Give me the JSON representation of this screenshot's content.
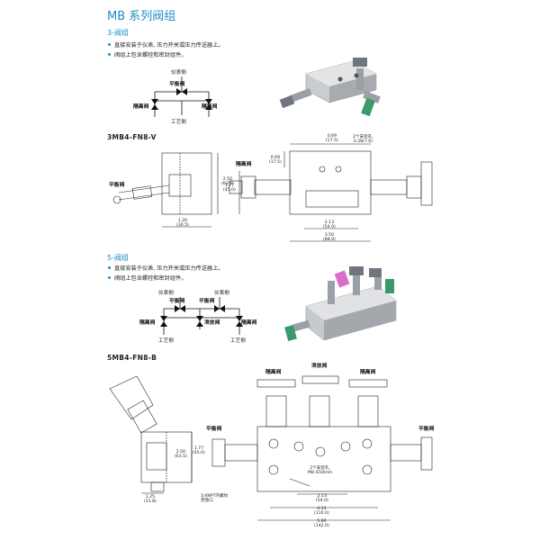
{
  "page_title": "MB 系列阀组",
  "section1": {
    "heading": "3-阀组",
    "bullets": [
      "直接安装于仪表, 压力开关或压力传送器上。",
      "阀组上包含螺栓和密封组件。"
    ],
    "schematic": {
      "instrument_side": "仪表侧",
      "balance_valve": "平衡阀",
      "isolation_left": "隔离阀",
      "isolation_right": "隔离阀",
      "process_side": "工艺侧"
    },
    "model": "3MB4-FN8-V",
    "drawing": {
      "balance_valve": "平衡阀",
      "isolation_valve": "隔离阀",
      "mounting_holes": "2个安装孔,",
      "hole_dia": "0.28(7.0)",
      "dims": [
        {
          "in": "2.50",
          "mm": "(63.5)"
        },
        {
          "in": "1.77",
          "mm": "(45.0)"
        },
        {
          "in": "1.20",
          "mm": "(30.5)"
        },
        {
          "in": "0.69",
          "mm": "(17.5)"
        },
        {
          "in": "0.69",
          "mm": "(17.5)"
        },
        {
          "in": "2.13",
          "mm": "(54.0)"
        },
        {
          "in": "3.50",
          "mm": "(88.9)"
        }
      ]
    }
  },
  "section2": {
    "heading": "5-阀组",
    "bullets": [
      "直接安装于仪表, 压力开关或压力传送器上。",
      "阀组上包含螺栓和密封组件。"
    ],
    "schematic": {
      "instrument_left": "仪表侧",
      "instrument_right": "仪表侧",
      "balance_left": "平衡阀",
      "balance_right": "平衡阀",
      "isolation_left": "隔离阀",
      "vent_valve": "泄放阀",
      "isolation_right": "隔离阀",
      "process_left": "工艺侧",
      "process_right": "工艺侧"
    },
    "model": "5MB4-FN8-B",
    "drawing": {
      "isolation_left": "隔离阀",
      "vent_valve": "泄放阀",
      "isolation_right": "隔离阀",
      "balance_left": "平衡阀",
      "balance_right": "平衡阀",
      "mounting_holes": "2个安装孔,",
      "hole_spec": "M8 ☒10mm",
      "vent_port_1": "1/4NPT内螺纹",
      "vent_port_2": "泄放口",
      "dims": [
        {
          "in": "2.50",
          "mm": "(63.5)"
        },
        {
          "in": "1.77",
          "mm": "(45.0)"
        },
        {
          "in": "1.25",
          "mm": "(31.8)"
        },
        {
          "in": "2.13",
          "mm": "(54.0)"
        },
        {
          "in": "4.33",
          "mm": "(110.0)"
        },
        {
          "in": "5.60",
          "mm": "(142.0)"
        }
      ]
    }
  },
  "colors": {
    "accent": "#1b8dc6",
    "green_handle": "#3a9a6a",
    "pink_handle": "#d970c8"
  }
}
